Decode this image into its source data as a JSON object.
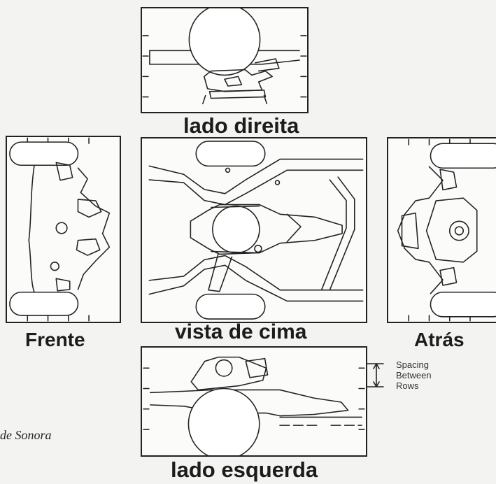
{
  "labels": {
    "right_side": "lado direita",
    "top_view": "vista de cima",
    "front": "Frente",
    "rear": "Atrás",
    "left_side": "lado esquerda"
  },
  "spacing_note": [
    "Spacing",
    "Between",
    "Rows"
  ],
  "credit": "de Sonora",
  "colors": {
    "ink": "#222222",
    "paper": "#fbfbfa",
    "background": "#f3f3f1"
  }
}
